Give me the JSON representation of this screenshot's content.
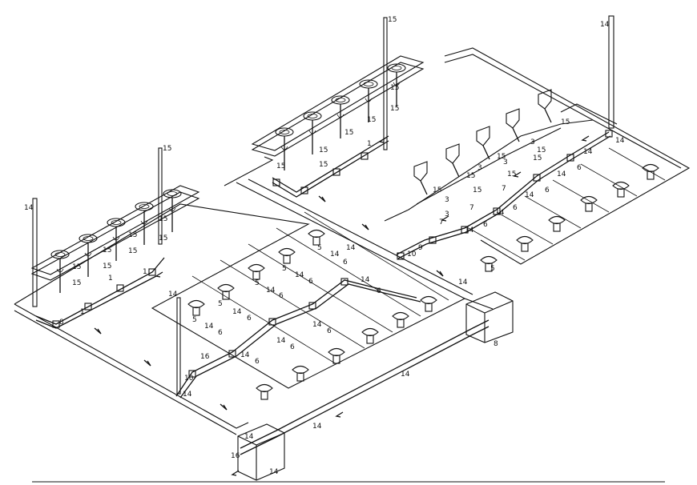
{
  "labels": {
    "riser_left_top": "15",
    "riser_left_14": "14",
    "riser_mid_top": "15",
    "riser_right_top": "14",
    "riser_center_14": "14",
    "left_lav": [
      "15",
      "15",
      "15",
      "15",
      "1",
      "1",
      "15",
      "15",
      "15",
      "15",
      "1",
      "8"
    ],
    "mid_lav": [
      "15",
      "15",
      "15",
      "15",
      "1",
      "15",
      "15",
      "15"
    ],
    "urinal": [
      "15",
      "15",
      "15",
      "3",
      "3",
      "3",
      "15",
      "15",
      "3",
      "15",
      "15",
      "3",
      "7",
      "7",
      "7",
      "15"
    ],
    "stall_row_a": [
      "5",
      "14",
      "6",
      "5",
      "14",
      "6",
      "5",
      "14",
      "6",
      "5",
      "14",
      "6",
      "5",
      "14",
      "6"
    ],
    "stall_row_b": [
      "14",
      "6",
      "14",
      "6",
      "14",
      "6",
      "14",
      "6"
    ],
    "main_run": [
      "9",
      "10",
      "14",
      "14",
      "14",
      "14",
      "14",
      "14",
      "8",
      "16",
      "16",
      "14",
      "10"
    ],
    "right_wc": [
      "6",
      "14",
      "6",
      "14",
      "6",
      "14",
      "6",
      "14",
      "5",
      "14",
      "14"
    ]
  }
}
